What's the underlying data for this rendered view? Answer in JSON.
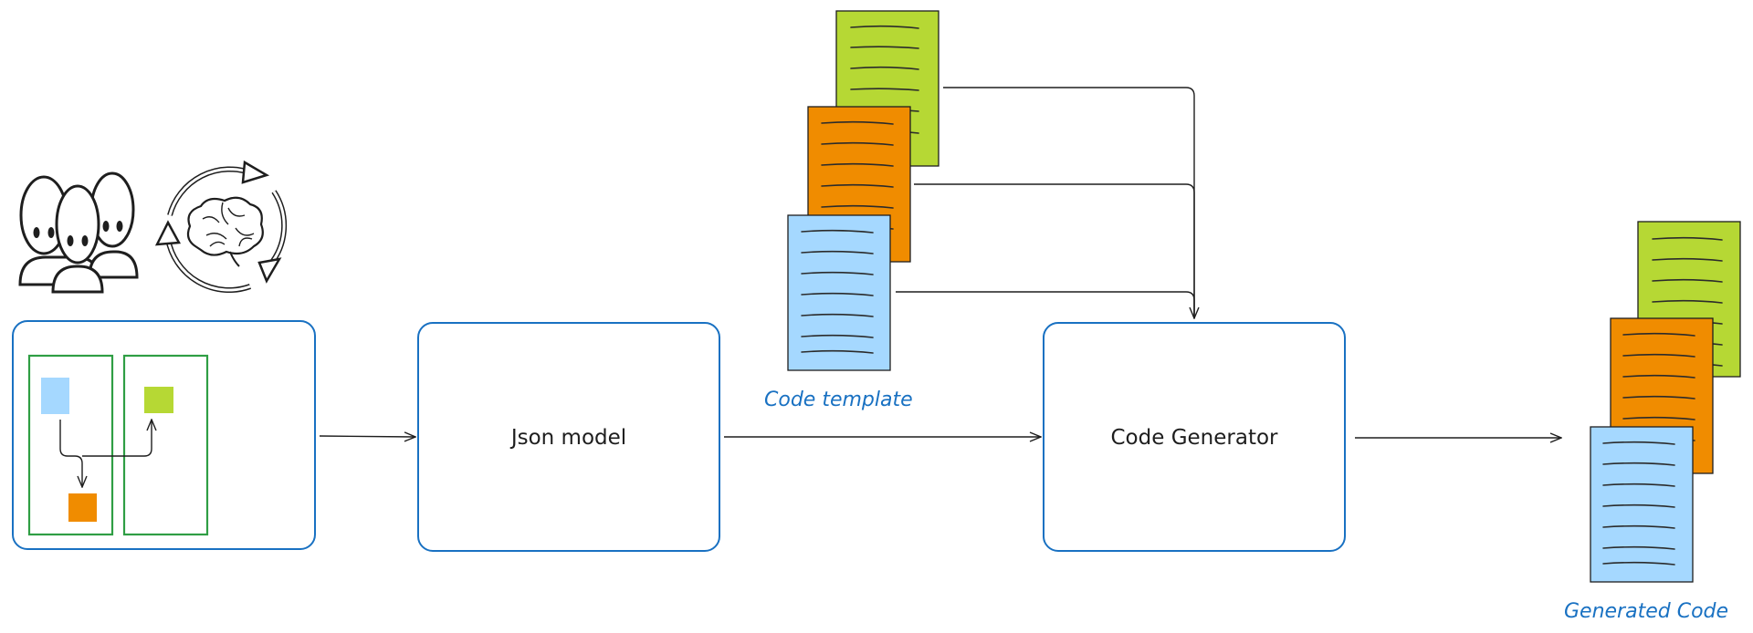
{
  "nodes": {
    "json_model": "Json model",
    "code_generator": "Code Generator"
  },
  "captions": {
    "code_template": "Code template",
    "generated_code": "Generated Code"
  },
  "icons": {
    "users": "users-group-icon",
    "brain": "brain-cycle-icon"
  },
  "colors": {
    "box_stroke": "#1971c2",
    "container_stroke": "#2f9e44",
    "doc_green": "#b6d834",
    "doc_orange": "#f08c00",
    "doc_blue": "#a5d8ff",
    "caption": "#1971c2"
  }
}
